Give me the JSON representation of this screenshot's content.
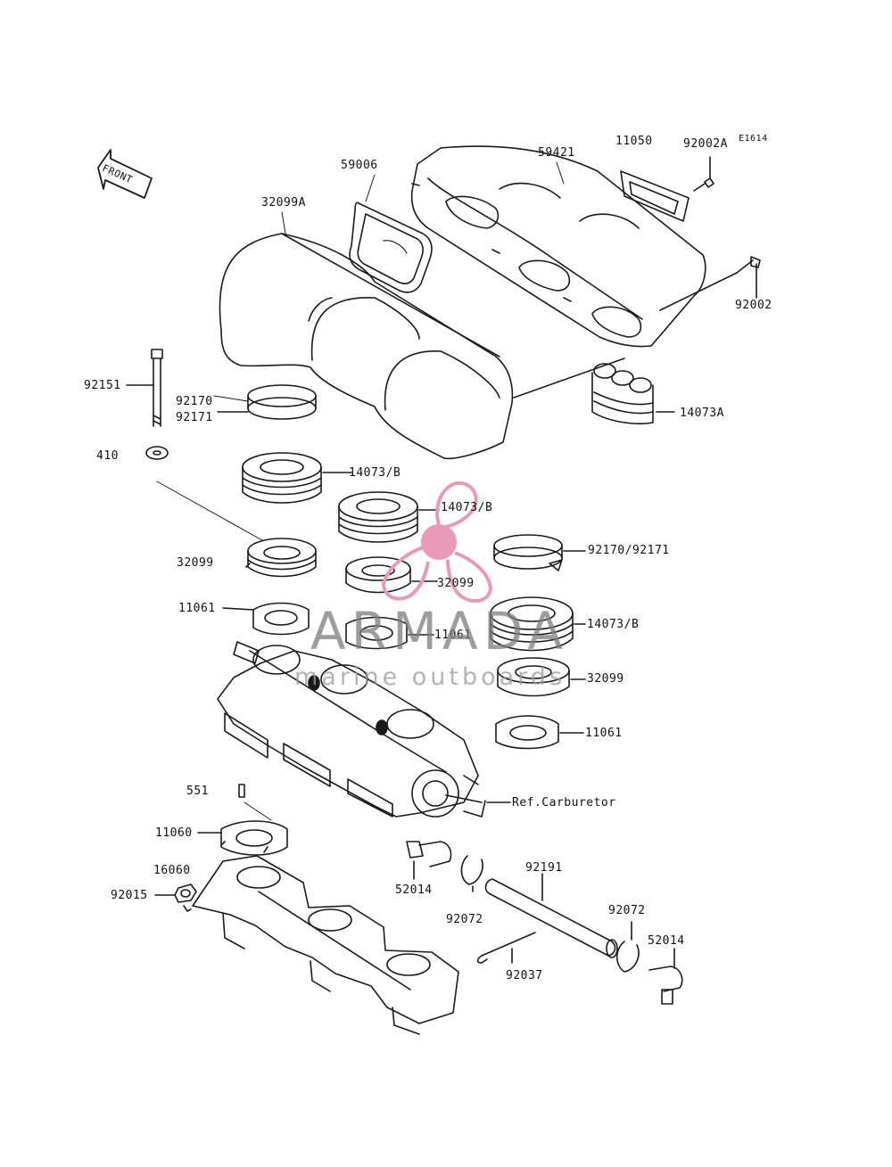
{
  "diagram_code": "E1614",
  "front_label": "FRONT",
  "watermark": {
    "title": "ARMADA",
    "subtitle": "marine outboards"
  },
  "labels": {
    "p11050": "11050",
    "p92002A": "92002A",
    "p59421": "59421",
    "p59006": "59006",
    "p32099A": "32099A",
    "p92002": "92002",
    "p92151": "92151",
    "p92170": "92170",
    "p92171": "92171",
    "p14073A": "14073A",
    "p410": "410",
    "p14073B_1": "14073/B",
    "p14073B_2": "14073/B",
    "p92170_92171": "92170/92171",
    "p32099_left": "32099",
    "p32099_mid": "32099",
    "p11061_left": "11061",
    "p14073B_3": "14073/B",
    "p11061_mid": "11061",
    "p32099_right": "32099",
    "p11061_right": "11061",
    "ref_carburetor": "Ref.Carburetor",
    "p551": "551",
    "p11060": "11060",
    "p16060": "16060",
    "p92015": "92015",
    "p52014_left": "52014",
    "p92191": "92191",
    "p92072_left": "92072",
    "p92072_right": "92072",
    "p52014_right": "52014",
    "p92037": "92037"
  },
  "colors": {
    "line": "#1a1a1a",
    "logo_pink": "#e89ab8",
    "watermark_gray": "#7d7d7d"
  }
}
